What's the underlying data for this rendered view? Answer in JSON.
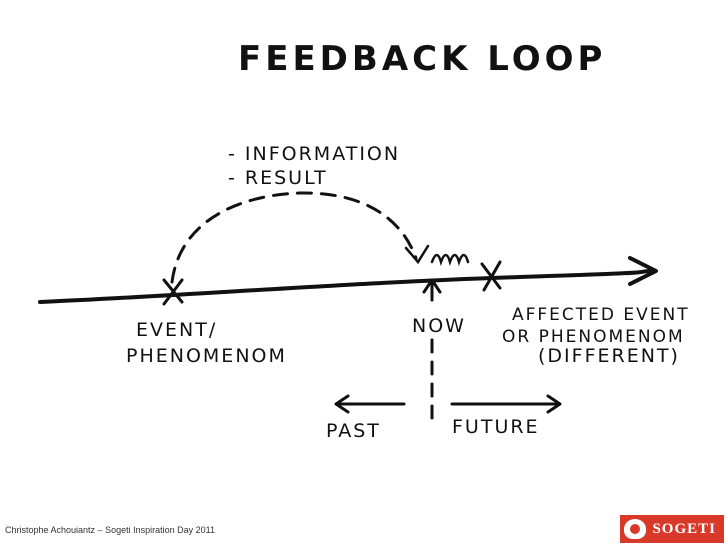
{
  "diagram": {
    "title": "FEEDBACK LOOP",
    "info_line_1": "- INFORMATION",
    "info_line_2": "- RESULT",
    "event_line_1": "EVENT/",
    "event_line_2": "PHENOMENOM",
    "now_label": "NOW",
    "affected_line_1": "AFFECTED EVENT",
    "affected_line_2": "OR PHENOMENOM",
    "affected_line_3": "(DIFFERENT)",
    "past_label": "PAST",
    "future_label": "FUTURE"
  },
  "footer": {
    "text": "Christophe Achouiantz – Sogeti Inspiration Day 2011"
  },
  "logo": {
    "text": "SOGETI",
    "color": "#d9392b"
  }
}
